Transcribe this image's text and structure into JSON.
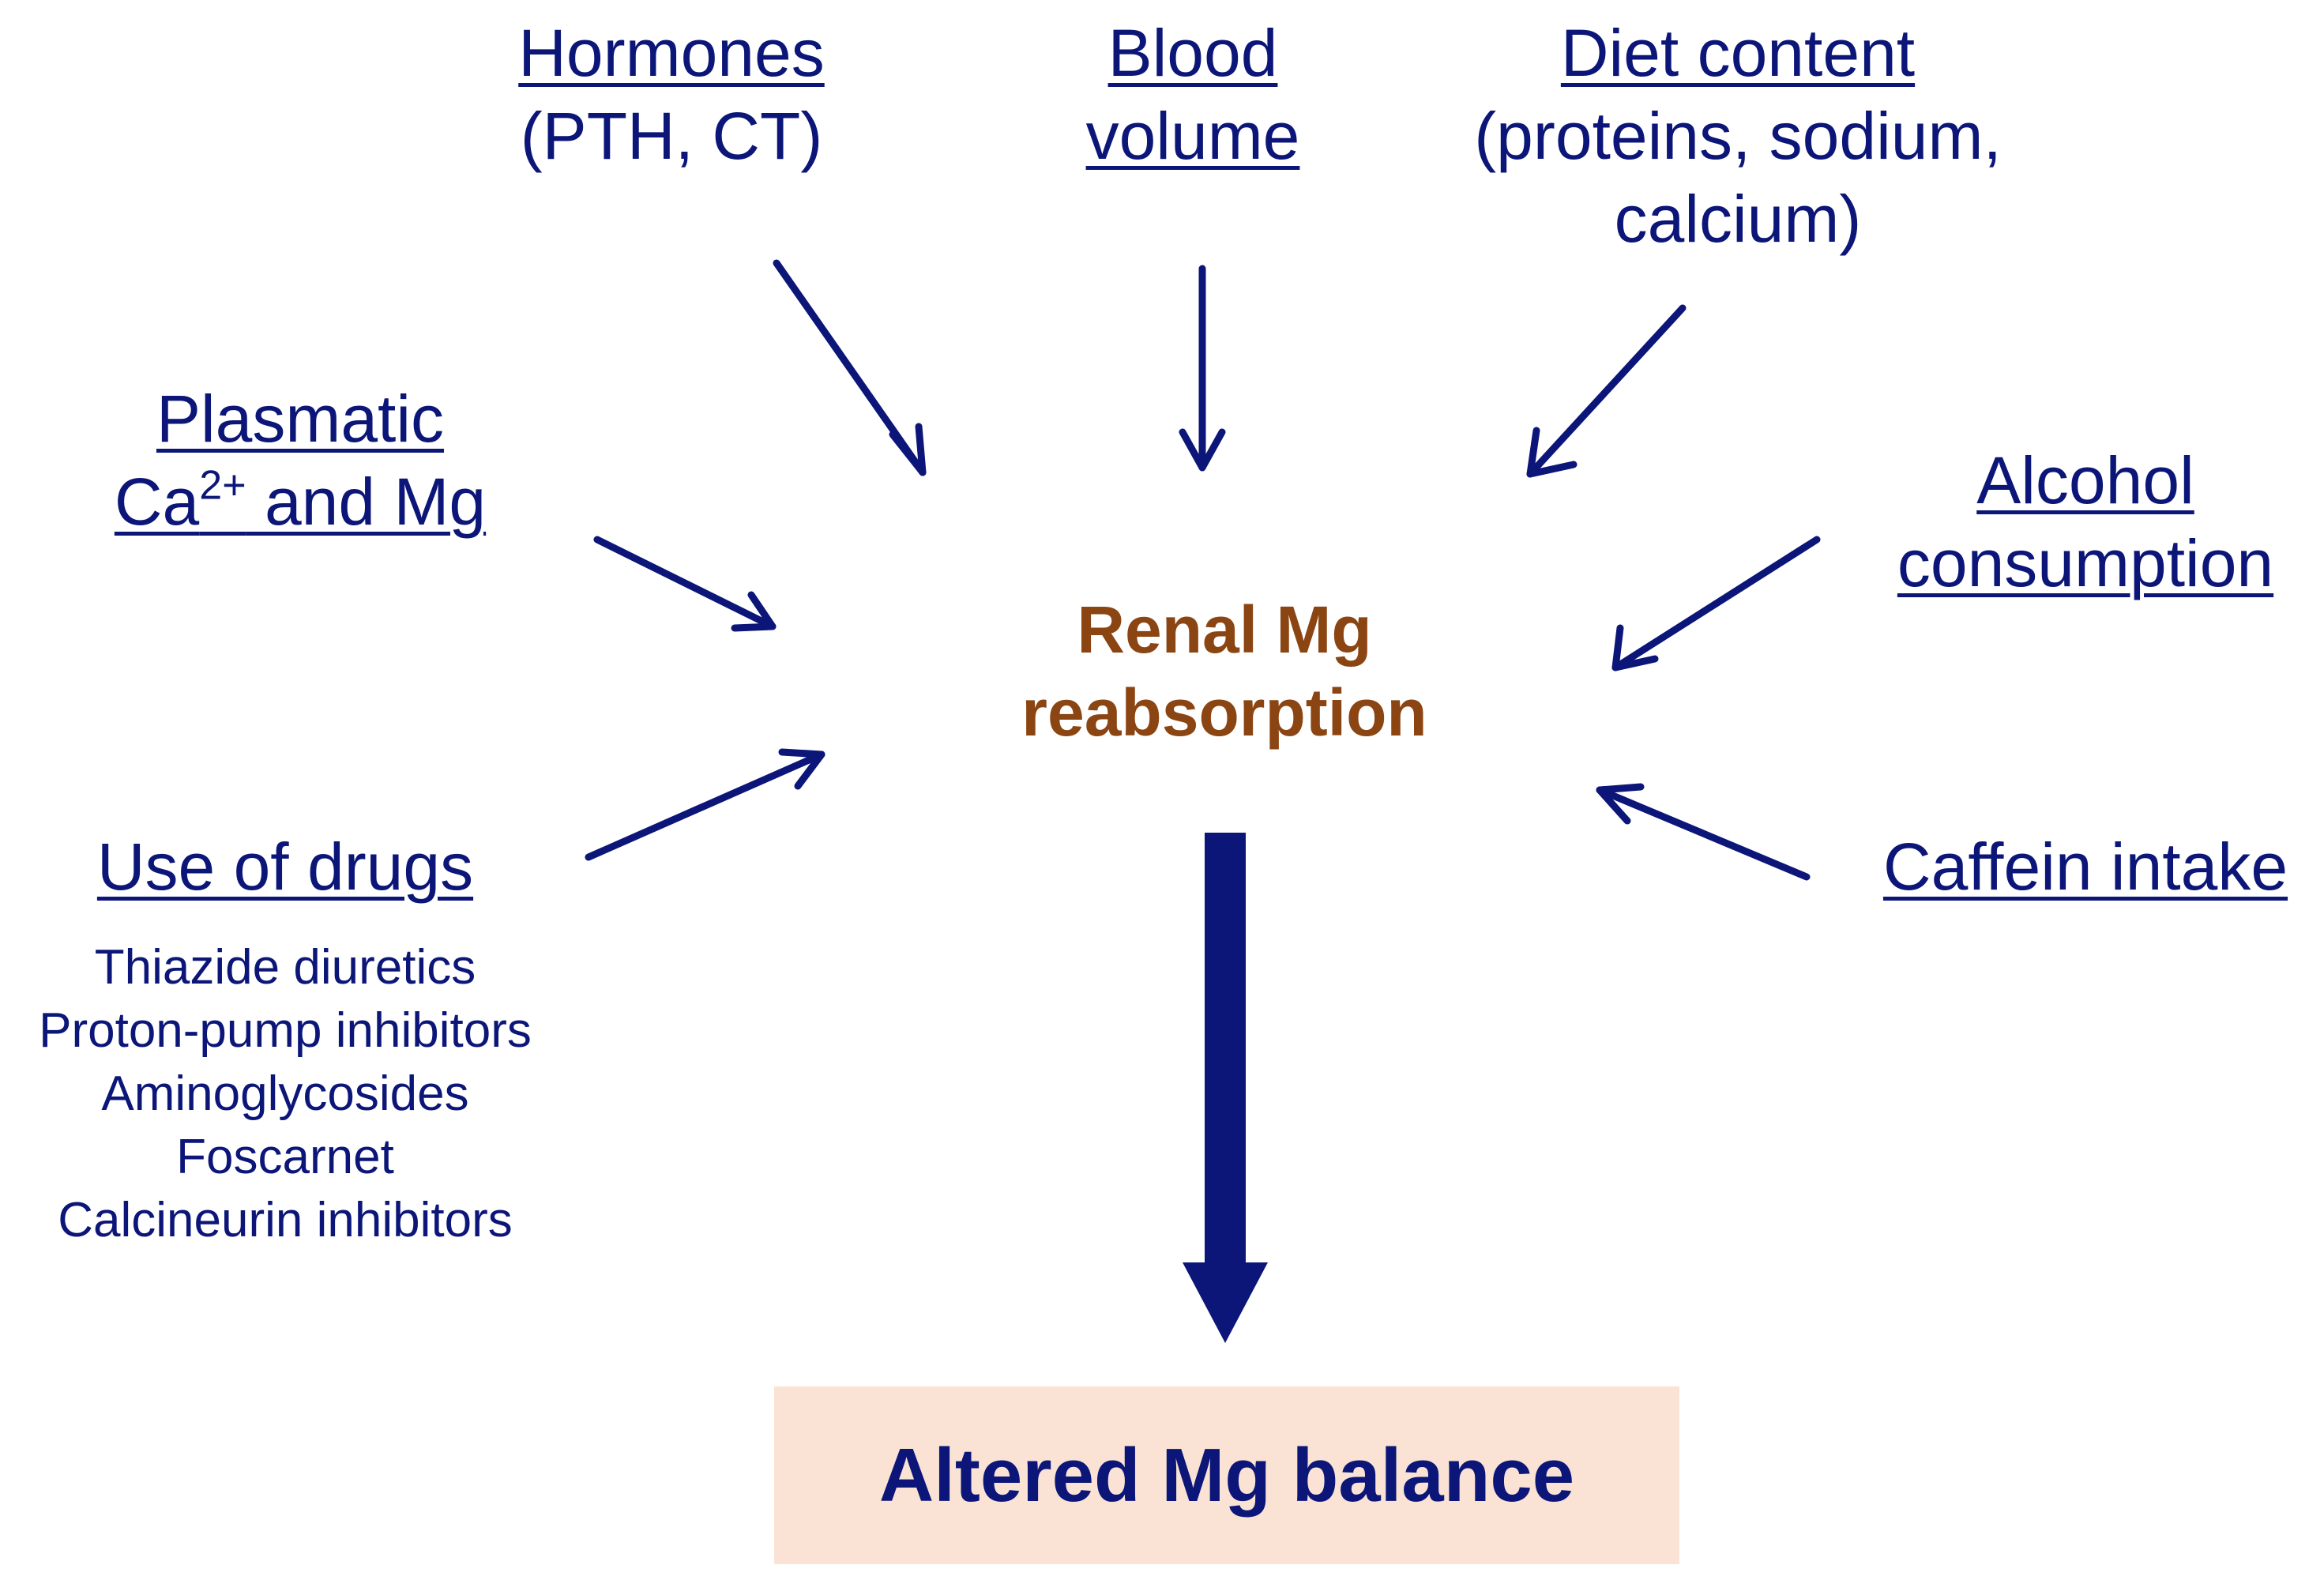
{
  "center": {
    "line1": "Renal Mg",
    "line2": "reabsorption"
  },
  "result": "Altered Mg balance",
  "factors": {
    "hormones": {
      "title": "Hormones",
      "detail": "(PTH, CT)"
    },
    "blood_volume": {
      "line1": "Blood",
      "line2": "volume"
    },
    "diet": {
      "title": "Diet content",
      "detail1": "(proteins, sodium,",
      "detail2": "calcium)"
    },
    "plasmatic": {
      "line1": "Plasmatic",
      "ca": "Ca",
      "charge": "2+",
      "rest": " and Mg"
    },
    "alcohol": {
      "line1": "Alcohol",
      "line2": "consumption"
    },
    "drugs": {
      "title": "Use of drugs",
      "items": [
        "Thiazide diuretics",
        "Proton-pump inhibitors",
        "Aminoglycosides",
        "Foscarnet",
        "Calcineurin inhibitors"
      ]
    },
    "caffeine": {
      "title": "Caffein intake"
    }
  },
  "colors": {
    "text": "#0c1678",
    "arrow": "#0c1678",
    "center_text": "#8b4513",
    "result_box": "#fae3d4"
  }
}
